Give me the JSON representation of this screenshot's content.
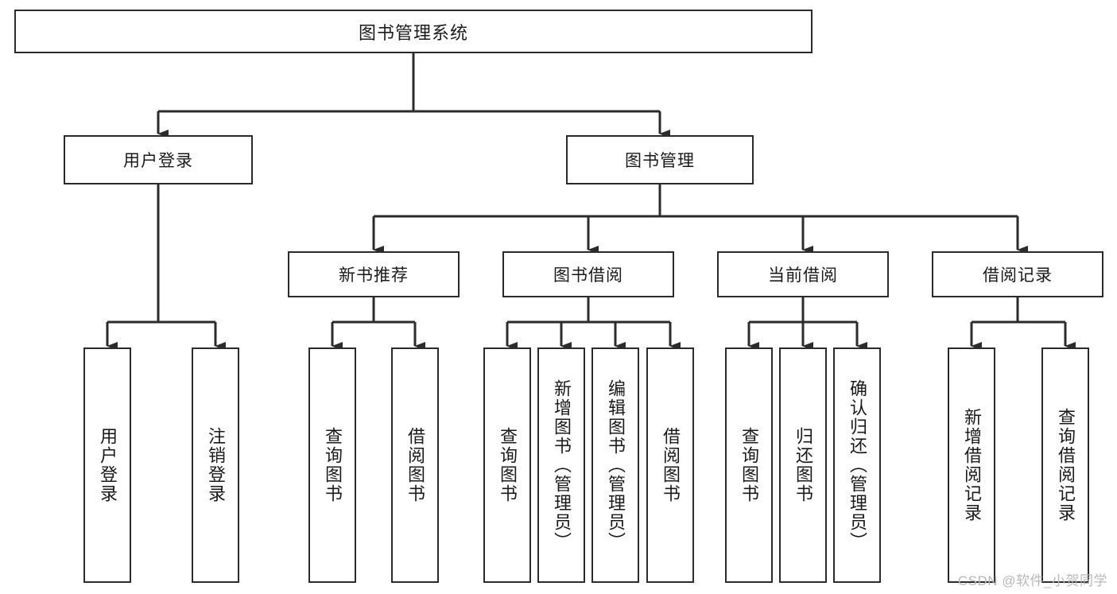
{
  "diagram": {
    "title": "图书管理系统",
    "type": "tree-hierarchy-diagram",
    "colors": {
      "box_border": "#2b2b2b",
      "box_fill": "#ffffff",
      "connector": "#2b2b2b",
      "background": "#ffffff",
      "watermark": "#b8b8b8"
    },
    "root": {
      "label": "图书管理系统"
    },
    "level2": [
      {
        "id": "user-login",
        "label": "用户登录"
      },
      {
        "id": "book-management",
        "label": "图书管理"
      }
    ],
    "level3": [
      {
        "id": "new-book-recommend",
        "label": "新书推荐"
      },
      {
        "id": "book-borrow",
        "label": "图书借阅"
      },
      {
        "id": "current-borrow",
        "label": "当前借阅"
      },
      {
        "id": "borrow-record",
        "label": "借阅记录"
      }
    ],
    "leaves": {
      "user_login": [
        {
          "id": "leaf-user-login",
          "label": "用户登录"
        },
        {
          "id": "leaf-logout-login",
          "label": "注销登录"
        }
      ],
      "new_book_recommend": [
        {
          "id": "leaf-query-book-1",
          "label": "查询图书"
        },
        {
          "id": "leaf-borrow-book-1",
          "label": "借阅图书"
        }
      ],
      "book_borrow": [
        {
          "id": "leaf-query-book-2",
          "label": "查询图书"
        },
        {
          "id": "leaf-add-book",
          "label": "新增图书（管理员）"
        },
        {
          "id": "leaf-edit-book",
          "label": "编辑图书（管理员）"
        },
        {
          "id": "leaf-borrow-book-2",
          "label": "借阅图书"
        }
      ],
      "current_borrow": [
        {
          "id": "leaf-query-book-3",
          "label": "查询图书"
        },
        {
          "id": "leaf-return-book",
          "label": "归还图书"
        },
        {
          "id": "leaf-confirm-return",
          "label": "确认归还（管理员）"
        }
      ],
      "borrow_record": [
        {
          "id": "leaf-add-record",
          "label": "新增借阅记录"
        },
        {
          "id": "leaf-query-record",
          "label": "查询借阅记录"
        }
      ]
    }
  },
  "watermark": {
    "text": "CSDN @软件_小贺同学"
  }
}
